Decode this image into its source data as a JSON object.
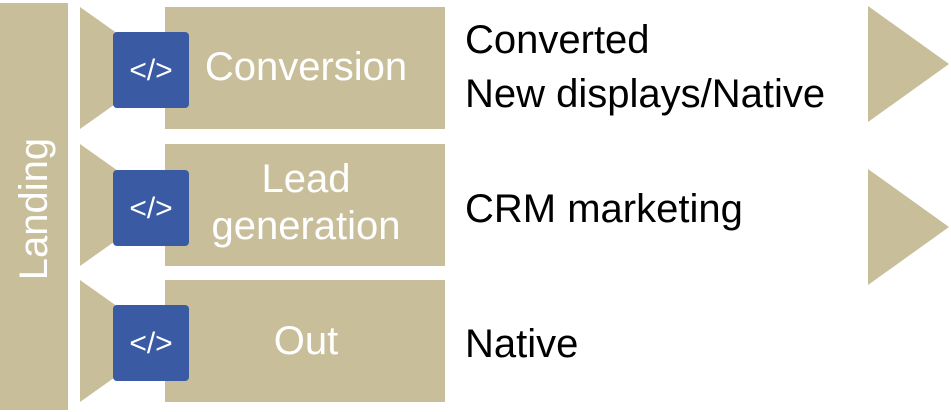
{
  "landing": {
    "label": "Landing"
  },
  "rows": [
    {
      "label": "Conversion",
      "outcome": [
        "Converted",
        "New displays/Native"
      ],
      "icon": "code-icon"
    },
    {
      "label": "Lead generation",
      "label_lines": [
        "Lead",
        "generation"
      ],
      "outcome": [
        "CRM marketing"
      ],
      "icon": "code-icon"
    },
    {
      "label": "Out",
      "outcome": [
        "Native"
      ],
      "icon": "code-icon"
    }
  ],
  "colors": {
    "fill": "#c8be9a",
    "icon_bg": "#3a5aa4",
    "label_text": "#ffffff",
    "outcome_text": "#000000"
  }
}
